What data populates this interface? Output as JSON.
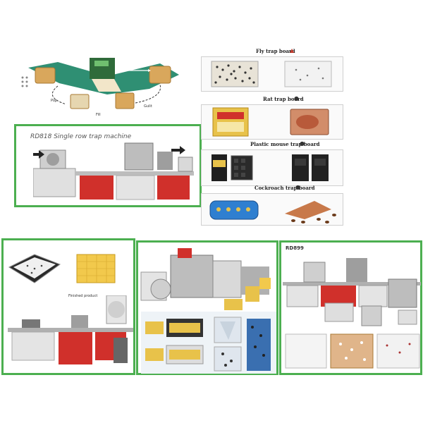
{
  "flow_diagram": {
    "labels": [
      "Pop",
      "Fill",
      "Gulit"
    ]
  },
  "single_row_machine": {
    "title": "RD818 Single row trap machine"
  },
  "products": {
    "items": [
      {
        "title": "Fly trap board"
      },
      {
        "title": "Rat trap board"
      },
      {
        "title": "Plastic mouse trap board"
      },
      {
        "title": "Cockroach trap board"
      }
    ]
  },
  "machine_a": {
    "caption": "Finished product"
  },
  "machine_c": {
    "title": "RD899"
  },
  "colors": {
    "frame": "#4caf50",
    "machine_red": "#d0302b",
    "teal": "#2f8f73",
    "board_yellow": "#e8c24a"
  }
}
